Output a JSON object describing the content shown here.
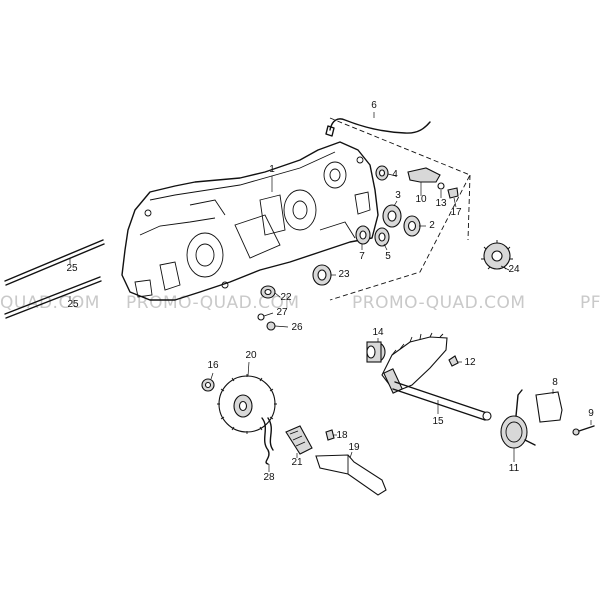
{
  "watermark": {
    "text_left": "QUAD.COM",
    "text_mid": "PROMO-QUAD.COM",
    "text_right": "PROMO-QUAD.COM",
    "text_edge": "PF"
  },
  "callouts": {
    "p1": "1",
    "p2": "2",
    "p3": "3",
    "p4": "4",
    "p5": "5",
    "p6": "6",
    "p7": "7",
    "p8": "8",
    "p9": "9",
    "p10": "10",
    "p11": "11",
    "p12": "12",
    "p13": "13",
    "p14": "14",
    "p15": "15",
    "p16": "16",
    "p17": "17",
    "p18": "18",
    "p19": "19",
    "p20": "20",
    "p21": "21",
    "p22": "22",
    "p23": "23",
    "p24": "24",
    "p25a": "25",
    "p25b": "25",
    "p26": "26",
    "p27": "27",
    "p28": "28"
  },
  "colors": {
    "ink": "#111111",
    "watermark": "#c9c9c9",
    "background": "#ffffff"
  }
}
